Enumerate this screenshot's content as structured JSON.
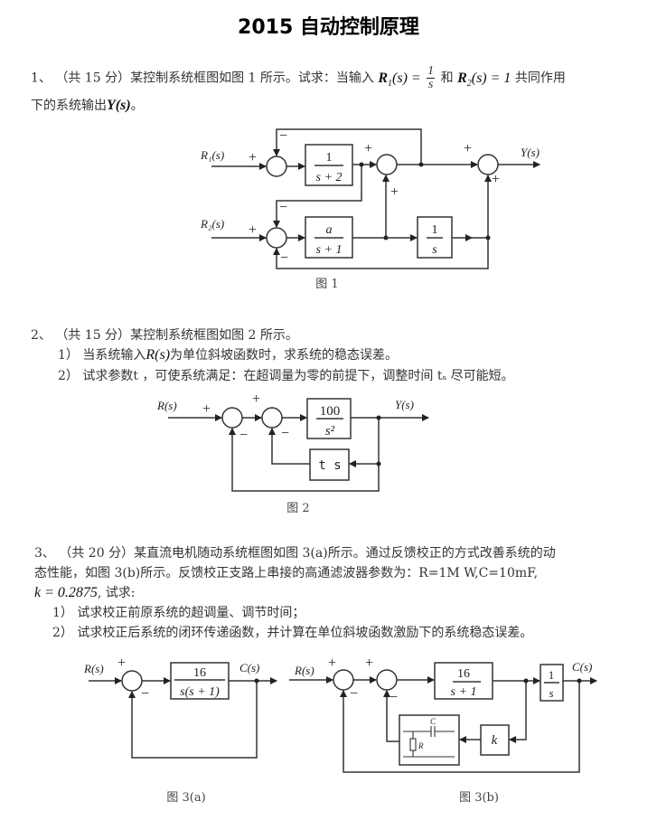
{
  "title": "2015 自动控制原理",
  "q1": {
    "line1_prefix": "1、 （共 15 分）某控制系统框图如图 1 所示。试求：当输入",
    "r1_label": "R",
    "r1_sub": "1",
    "r1_eq": "(s) =",
    "r1_num": "1",
    "r1_den": "s",
    "and": "和",
    "r2_label": "R",
    "r2_sub": "2",
    "r2_eq": "(s) = 1",
    "line1_suffix": "共同作用",
    "line2_prefix": "下的系统输出",
    "line2_math": "Y(s)",
    "line2_suffix": "。",
    "figure": {
      "caption": "图 1",
      "input1": "R₁(s)",
      "input2": "R₂(s)",
      "output": "Y(s)",
      "block1_num": "1",
      "block1_den": "s + 2",
      "block2_num": "a",
      "block2_den": "s + 1",
      "block3_num": "1",
      "block3_den": "s",
      "plus": "+",
      "minus": "−"
    }
  },
  "q2": {
    "line1": "2、 （共 15 分）某控制系统框图如图 2 所示。",
    "item1_prefix": "1） 当系统输入",
    "item1_math": "R(s)",
    "item1_suffix": "为单位斜坡函数时，求系统的稳态误差。",
    "item2": "2） 试求参数t ，可使系统满足：在超调量为零的前提下，调整时间 tₛ 尽可能短。",
    "figure": {
      "caption": "图 2",
      "input": "R(s)",
      "output": "Y(s)",
      "block1_num": "100",
      "block1_den": "s²",
      "block2": "t s",
      "plus": "+",
      "minus": "−"
    }
  },
  "q3": {
    "line1": "3、 （共 20 分）某直流电机随动系统框图如图 3(a)所示。通过反馈校正的方式改善系统的动",
    "line2": "态性能，如图 3(b)所示。反馈校正支路上串接的高通滤波器参数为：R=1M W,C=10mF,",
    "line3_math": "k = 0.2875",
    "line3_suffix": ", 试求:",
    "item1": "1） 试求校正前原系统的超调量、调节时间；",
    "item2": "2） 试求校正后系统的闭环传递函数，并计算在单位斜坡函数激励下的系统稳态误差。",
    "figure_a": {
      "caption": "图 3(a)",
      "input": "R(s)",
      "output": "C(s)",
      "block_num": "16",
      "block_den": "s(s + 1)",
      "plus": "+",
      "minus": "−"
    },
    "figure_b": {
      "caption": "图 3(b)",
      "input": "R(s)",
      "output": "C(s)",
      "block1_num": "16",
      "block1_den": "s + 1",
      "block2_num": "1",
      "block2_den": "s",
      "gain": "k",
      "cap_label": "C",
      "res_label": "R",
      "plus": "+",
      "minus": "−"
    }
  }
}
